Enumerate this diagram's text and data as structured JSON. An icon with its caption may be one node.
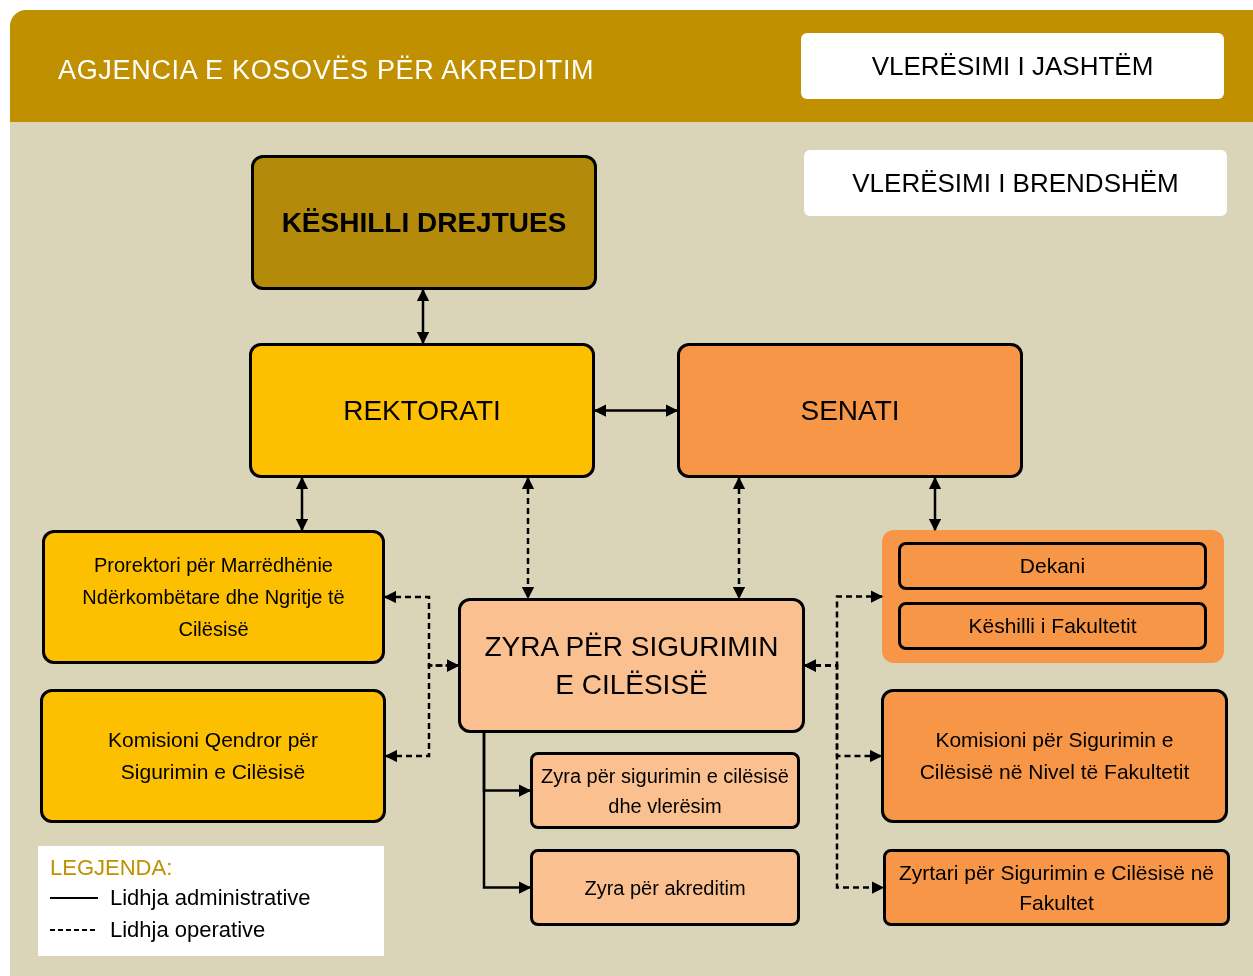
{
  "diagram": {
    "nodes": [
      {
        "text": [
          "AGJENCIA E KOSOVËS PËR AKREDITIM"
        ]
      },
      {
        "text": [
          "VLERËSIMI I JASHTËM"
        ],
        "in": 0
      },
      {
        "text": [],
        "shape": "box"
      },
      {
        "text": [
          "VLERËSIMI I BRENDSHËM"
        ],
        "in": 2
      },
      {
        "text": [
          "KËSHILLI DREJTUES"
        ],
        "in": 2
      },
      {
        "text": [
          "REKTORATI"
        ],
        "in": 2
      },
      {
        "text": [
          "SENATI"
        ],
        "in": 2
      },
      {
        "text": [
          "Prorektori për Marrëdhënie Ndërkombëtare dhe Ngritje të Cilësisë"
        ],
        "in": 2
      },
      {
        "text": [
          "Komisioni Qendror për Sigurimin e Cilësisë"
        ],
        "in": 2
      },
      {
        "text": [
          "ZYRA PËR SIGURIMIN E CILËSISË"
        ],
        "in": 2
      },
      {
        "text": [
          "Zyra për sigurimin e cilësisë dhe vlerësim"
        ],
        "in": 2
      },
      {
        "text": [
          "Zyra për akreditim"
        ],
        "in": 2
      },
      {
        "text": [],
        "shape": "box",
        "in": 2
      },
      {
        "text": [
          "Dekani"
        ],
        "in": 12
      },
      {
        "text": [
          "Këshilli i Fakultetit"
        ],
        "in": 12
      },
      {
        "text": [
          "Komisioni për Sigurimin e Cilësisë në Nivel të Fakultetit"
        ],
        "in": 2
      },
      {
        "text": [
          "Zyrtari për Sigurimin e Cilësisë në Fakultet"
        ],
        "in": 2
      }
    ],
    "edges": [
      {
        "from": 4,
        "to": 5,
        "arrow": "both"
      },
      {
        "from": 5,
        "to": 6,
        "arrow": "both"
      },
      {
        "from": 5,
        "to": 7,
        "arrow": "both"
      },
      {
        "from": 5,
        "to": 9,
        "arrow": "both",
        "style": "dashed"
      },
      {
        "from": 6,
        "to": 9,
        "arrow": "both",
        "style": "dashed"
      },
      {
        "from": 6,
        "to": 12,
        "arrow": "both"
      },
      {
        "from": 7,
        "to": 9,
        "arrow": "both",
        "style": "dashed"
      },
      {
        "from": 8,
        "to": 9,
        "arrow": "both",
        "style": "dashed"
      },
      {
        "from": 9,
        "to": 10,
        "arrow": "to"
      },
      {
        "from": 9,
        "to": 11,
        "arrow": "to"
      },
      {
        "from": 9,
        "to": 12,
        "arrow": "both",
        "style": "dashed"
      },
      {
        "from": 9,
        "to": 15,
        "arrow": "both",
        "style": "dashed"
      },
      {
        "from": 9,
        "to": 16,
        "arrow": "both",
        "style": "dashed"
      }
    ],
    "labels": [
      "LEGJENDA:"
    ],
    "legend": [
      {
        "text": "Lidhja administrative"
      },
      {
        "text": "Lidhja operative"
      }
    ]
  }
}
